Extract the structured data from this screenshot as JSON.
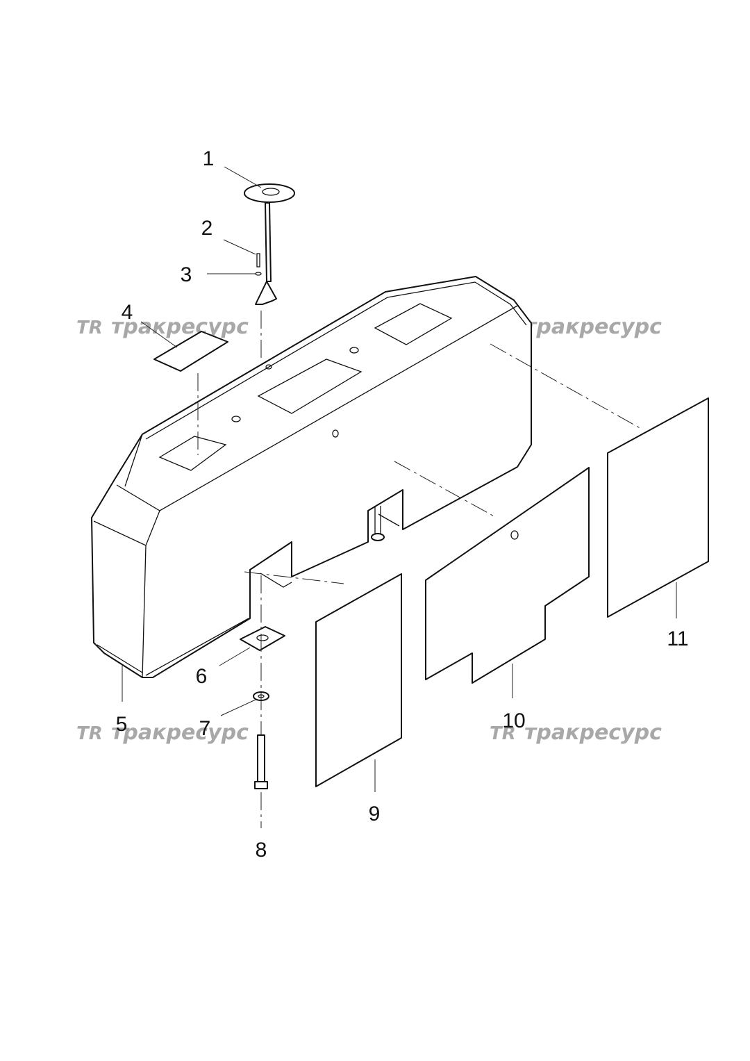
{
  "diagram": {
    "callouts": [
      "1",
      "2",
      "3",
      "4",
      "5",
      "6",
      "7",
      "8",
      "9",
      "10",
      "11"
    ]
  },
  "watermark": {
    "logo": "TR",
    "text": "тракресурс",
    "color": "#a8a8a8"
  }
}
